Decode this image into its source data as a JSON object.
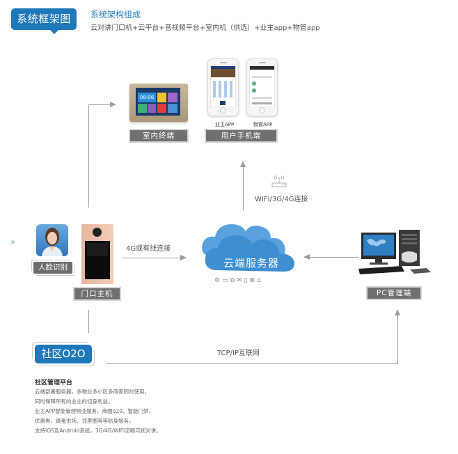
{
  "header": {
    "badge": "系统框架图",
    "title": "系统架构组成",
    "subtitle": "云对讲门口机+云平台+音视频平台+室内机（供选）+业主app+物管app"
  },
  "nodes": {
    "indoor": {
      "label": "室内终端",
      "screen_time": "08:06"
    },
    "mobile": {
      "label": "用户手机端",
      "apps": [
        "业主APP",
        "物管APP"
      ]
    },
    "face": {
      "label": "人脸识别"
    },
    "door": {
      "label": "门口主机"
    },
    "cloud": {
      "label": "云端服务器",
      "icons": [
        "gear-icon",
        "monitor-icon",
        "windows-icon",
        "mail-icon",
        "phone-icon",
        "map-icon",
        "bag-icon"
      ]
    },
    "pc": {
      "label": "PC管理端"
    }
  },
  "connections": {
    "door_to_cloud": "4G或有线连接",
    "cloud_to_mobile": "WIFI/3G/4G连接",
    "o2o_to_pc": "TCP/IP互联网"
  },
  "o2o": {
    "badge": "社区O2O",
    "title": "社区管理平台",
    "lines": [
      "云端部署服务器，多物业多小区多商家同时使用，",
      "同时保障所有的业主的切身利益。",
      "业主APP智能管理物业服务、商圈020、智能门禁、",
      "优惠券、跳蚤市场、邻里圈等等贴身服务。",
      "支持IOS及Android系统，3G/4G/WIFI流畅可视对讲。"
    ]
  },
  "colors": {
    "accent": "#1e78b9",
    "cloud": "#3d8fd1",
    "label_bg": "#707070",
    "line": "#9b9b9b"
  }
}
